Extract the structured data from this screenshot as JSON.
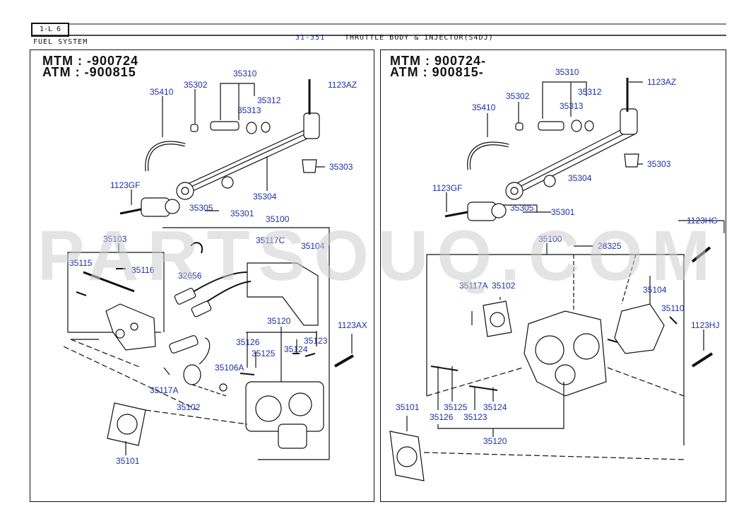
{
  "header": {
    "section_code": "1-L 6",
    "section_name": "FUEL SYSTEM",
    "page_code": "31-351",
    "page_title": "THROTTLE BODY & INJECTOR(S4DJ)"
  },
  "left_panel": {
    "mtm": "MTM :  -900724",
    "atm": "ATM :  -900815",
    "labels": {
      "p35410": "35410",
      "p35302": "35302",
      "p35310": "35310",
      "p35312": "35312",
      "p35313": "35313",
      "p1123AZ": "1123AZ",
      "p35303": "35303",
      "p1123GF": "1123GF",
      "p35304": "35304",
      "p35305": "35305",
      "p35301": "35301",
      "p35100": "35100",
      "p35103": "35103",
      "p35117C": "35117C",
      "p35104": "35104",
      "p35115": "35115",
      "p35116": "35116",
      "p32656": "32656",
      "p35120": "35120",
      "p1123AX": "1123AX",
      "p35126": "35126",
      "p35123": "35123",
      "p35125": "35125",
      "p35124": "35124",
      "p35106A": "35106A",
      "p35117A": "35117A",
      "p35102": "35102",
      "p35101": "35101"
    }
  },
  "right_panel": {
    "mtm": "MTM :  900724-",
    "atm": "ATM :  900815-",
    "labels": {
      "p35310": "35310",
      "p1123AZ": "1123AZ",
      "p35302": "35302",
      "p35312": "35312",
      "p35410": "35410",
      "p35313": "35313",
      "p35303": "35303",
      "p35304": "35304",
      "p1123GF": "1123GF",
      "p35305": "35305",
      "p35301": "35301",
      "p1123HG": "1123HG",
      "p35100": "35100",
      "p28325": "28325",
      "p35117A": "35117A",
      "p35102": "35102",
      "p35104": "35104",
      "p35110": "35110",
      "p1123HJ": "1123HJ",
      "p35101": "35101",
      "p35125": "35125",
      "p35124": "35124",
      "p35126": "35126",
      "p35123": "35123",
      "p35120": "35120"
    }
  },
  "watermark": "PARTSOUQ.COM"
}
